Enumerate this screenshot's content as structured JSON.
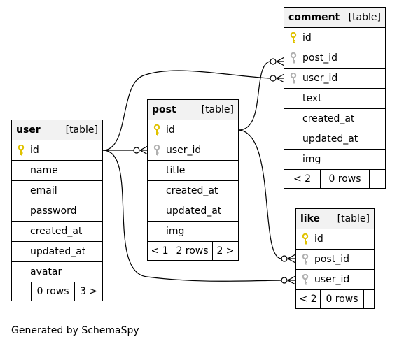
{
  "colors": {
    "primary_key": "#e0c200",
    "foreign_key": "#b0b0b0",
    "header_bg": "#f2f2f2",
    "line": "#000000"
  },
  "tables": {
    "comment": {
      "name": "comment",
      "type": "[table]",
      "columns": [
        "id",
        "post_id",
        "user_id",
        "text",
        "created_at",
        "updated_at",
        "img"
      ],
      "keys": [
        "primary-key",
        "foreign-key",
        "foreign-key",
        "",
        "",
        "",
        ""
      ],
      "footer": [
        "< 2",
        "0 rows",
        ""
      ]
    },
    "post": {
      "name": "post",
      "type": "[table]",
      "columns": [
        "id",
        "user_id",
        "title",
        "created_at",
        "updated_at",
        "img"
      ],
      "keys": [
        "primary-key",
        "foreign-key",
        "",
        "",
        "",
        ""
      ],
      "footer": [
        "< 1",
        "2 rows",
        "2 >"
      ]
    },
    "user": {
      "name": "user",
      "type": "[table]",
      "columns": [
        "id",
        "name",
        "email",
        "password",
        "created_at",
        "updated_at",
        "avatar"
      ],
      "keys": [
        "primary-key",
        "",
        "",
        "",
        "",
        "",
        ""
      ],
      "footer": [
        "",
        "0 rows",
        "3 >"
      ]
    },
    "like": {
      "name": "like",
      "type": "[table]",
      "columns": [
        "id",
        "post_id",
        "user_id"
      ],
      "keys": [
        "primary-key",
        "foreign-key",
        "foreign-key"
      ],
      "footer": [
        "< 2",
        "0 rows",
        ""
      ]
    }
  },
  "relationships": [
    {
      "from": "user.id",
      "to": "post.user_id"
    },
    {
      "from": "user.id",
      "to": "comment.user_id"
    },
    {
      "from": "user.id",
      "to": "like.user_id"
    },
    {
      "from": "post.id",
      "to": "comment.post_id"
    },
    {
      "from": "post.id",
      "to": "like.post_id"
    }
  ],
  "footer_text": "Generated by SchemaSpy"
}
